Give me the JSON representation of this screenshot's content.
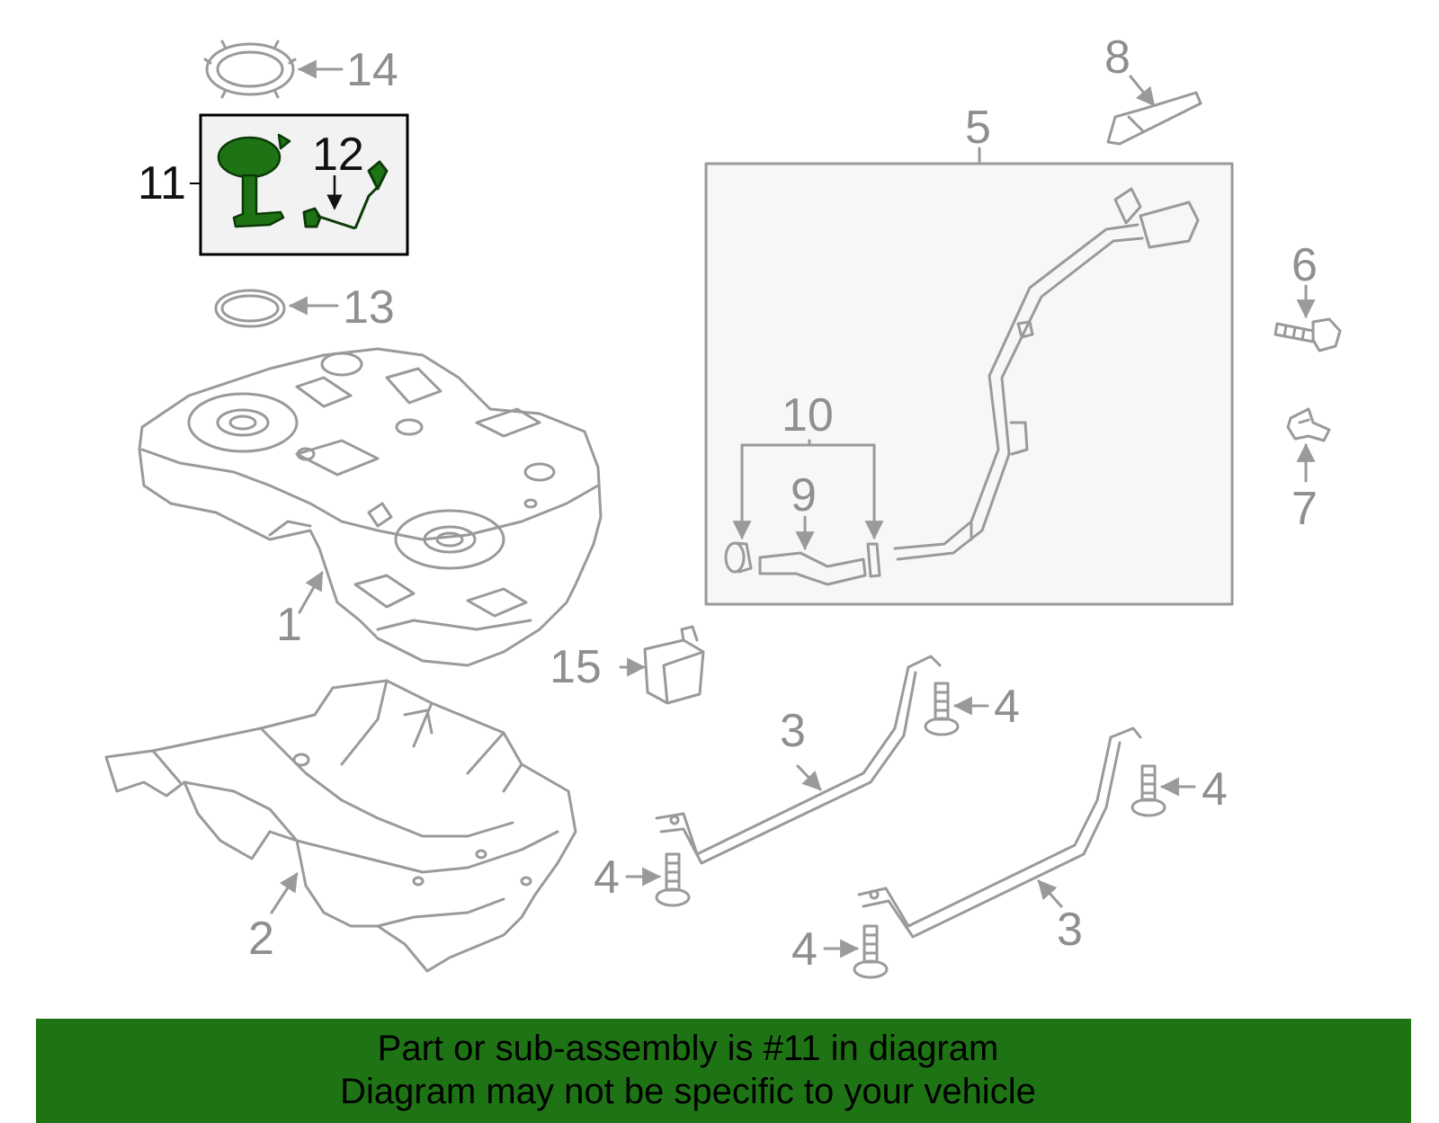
{
  "callouts": {
    "c1": "1",
    "c2": "2",
    "c3a": "3",
    "c3b": "3",
    "c4a": "4",
    "c4b": "4",
    "c4c": "4",
    "c4d": "4",
    "c5": "5",
    "c6": "6",
    "c7": "7",
    "c8": "8",
    "c9": "9",
    "c10": "10",
    "c11": "11",
    "c12": "12",
    "c13": "13",
    "c14": "14",
    "c15": "15"
  },
  "banner": {
    "line1": "Part or sub-assembly is #11 in diagram",
    "line2": "Diagram may not be specific to your vehicle"
  },
  "colors": {
    "line_art": "#9a9a9a",
    "highlight_part": "#1e7415",
    "highlight_box": "#000000",
    "banner_bg": "#1e7415",
    "banner_text": "#000000"
  }
}
